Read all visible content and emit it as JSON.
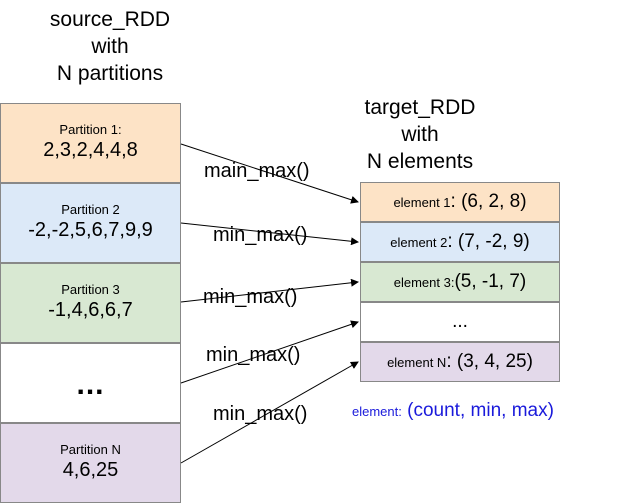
{
  "source_title": [
    "source_RDD",
    "with",
    "N partitions"
  ],
  "target_title": [
    "target_RDD",
    "with",
    "N elements"
  ],
  "partitions": [
    {
      "label": "Partition 1:",
      "values": "2,3,2,4,4,8",
      "color": "#fde3c6"
    },
    {
      "label": "Partition 2",
      "values": "-2,-2,5,6,7,9,9",
      "color": "#dce9f8"
    },
    {
      "label": "Partition 3",
      "values": "-1,4,6,6,7",
      "color": "#d8e8d2"
    },
    {
      "label": "",
      "values": "...",
      "color": "#ffffff"
    },
    {
      "label": "Partition N",
      "values": "4,6,25",
      "color": "#e3d9ea"
    }
  ],
  "functions": [
    "main_max()",
    "min_max()",
    "min_max()",
    "min_max()",
    "min_max()"
  ],
  "elements": [
    {
      "label": "element 1",
      "value": ": (6, 2, 8)",
      "color": "#fde3c6"
    },
    {
      "label": "element 2",
      "value": ": (7, -2, 9)",
      "color": "#dce9f8"
    },
    {
      "label": "element 3:",
      "value": " (5, -1, 7)",
      "color": "#d8e8d2"
    },
    {
      "label": "",
      "value": "...",
      "color": "#ffffff"
    },
    {
      "label": "element N",
      "value": ": (3, 4, 25)",
      "color": "#e3d9ea"
    }
  ],
  "legend": {
    "label": "element:",
    "value": " (count, min, max)",
    "color": "#1a1adb"
  }
}
